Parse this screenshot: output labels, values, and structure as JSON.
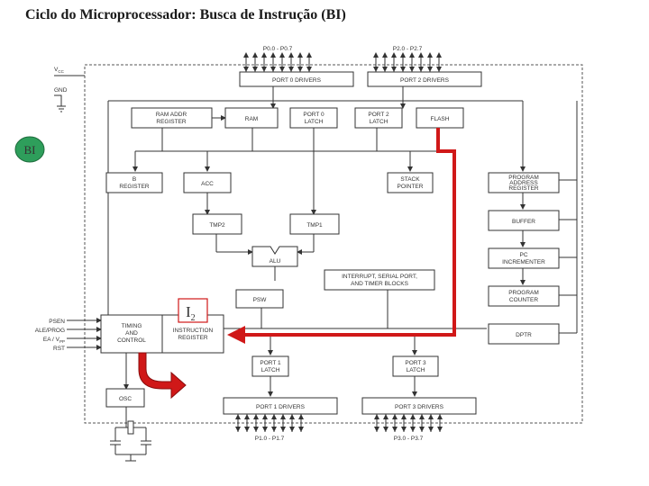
{
  "title": "Ciclo do Microprocessador: Busca de Instrução (BI)",
  "badge": "BI",
  "step_label": {
    "main": "I",
    "sub": "2"
  },
  "highlight_color": "#d01818",
  "badge_color": "#2e9e5b",
  "port_labels": {
    "p0": "P0.0 - P0.7",
    "p2": "P2.0 - P2.7",
    "p1": "P1.0 - P1.7",
    "p3": "P3.0 - P3.7"
  },
  "power": {
    "vcc": "V",
    "vcc_sub": "CC",
    "gnd": "GND"
  },
  "pins": {
    "psen": "PSEN",
    "ale": "ALE/PROG",
    "ea": "EA / V",
    "ea_sub": "PP",
    "rst": "RST"
  },
  "blocks": {
    "port0_drivers": "PORT 0 DRIVERS",
    "port2_drivers": "PORT 2 DRIVERS",
    "ram_addr_l1": "RAM ADDR",
    "ram_addr_l2": "REGISTER",
    "ram": "RAM",
    "port0_latch_l1": "PORT 0",
    "port0_latch_l2": "LATCH",
    "port2_latch_l1": "PORT 2",
    "port2_latch_l2": "LATCH",
    "flash": "FLASH",
    "b_reg_l1": "B",
    "b_reg_l2": "REGISTER",
    "acc": "ACC",
    "stack_l1": "STACK",
    "stack_l2": "POINTER",
    "par_l1": "PROGRAM",
    "par_l2": "ADDRESS",
    "par_l3": "REGISTER",
    "tmp2": "TMP2",
    "tmp1": "TMP1",
    "buffer": "BUFFER",
    "alu": "ALU",
    "pc_inc_l1": "PC",
    "pc_inc_l2": "INCREMENTER",
    "interrupt_l1": "INTERRUPT, SERIAL PORT,",
    "interrupt_l2": "AND TIMER BLOCKS",
    "psw": "PSW",
    "pc_l1": "PROGRAM",
    "pc_l2": "COUNTER",
    "timing_l1": "TIMING",
    "timing_l2": "AND",
    "timing_l3": "CONTROL",
    "ir_l1": "INSTRUCTION",
    "ir_l2": "REGISTER",
    "dptr": "DPTR",
    "port1_latch_l1": "PORT 1",
    "port1_latch_l2": "LATCH",
    "port3_latch_l1": "PORT 3",
    "port3_latch_l2": "LATCH",
    "osc": "OSC",
    "port1_drivers": "PORT 1 DRIVERS",
    "port3_drivers": "PORT 3 DRIVERS"
  }
}
